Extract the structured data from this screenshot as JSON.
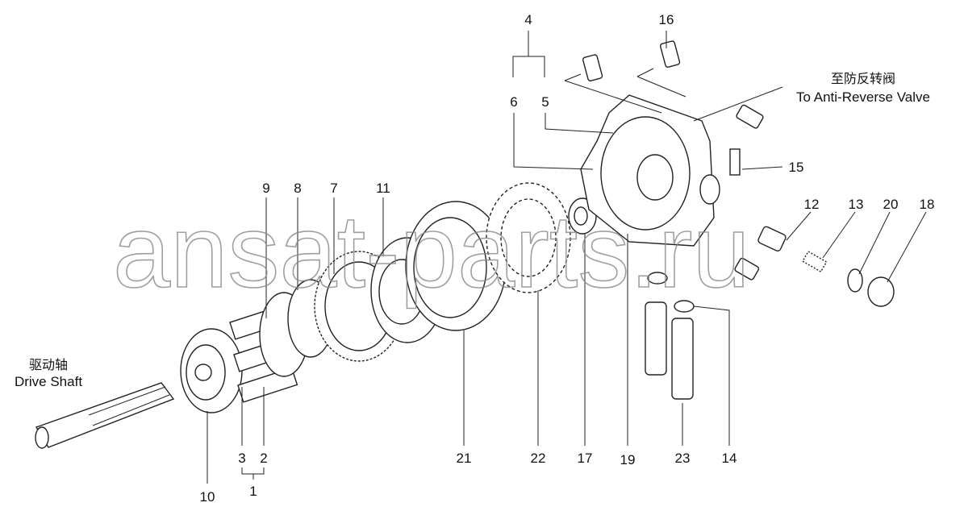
{
  "diagram": {
    "callouts": {
      "c1": "1",
      "c2": "2",
      "c3": "3",
      "c4": "4",
      "c5": "5",
      "c6": "6",
      "c7": "7",
      "c8": "8",
      "c9": "9",
      "c10": "10",
      "c11": "11",
      "c12": "12",
      "c13": "13",
      "c14": "14",
      "c15": "15",
      "c16": "16",
      "c17": "17",
      "c18": "18",
      "c19": "19",
      "c20": "20",
      "c21": "21",
      "c22": "22",
      "c23": "23"
    },
    "anti_reverse_cn": "至防反转阀",
    "anti_reverse_en": "To Anti-Reverse Valve",
    "drive_shaft_cn": "驱动轴",
    "drive_shaft_en": "Drive Shaft",
    "watermark": "ansat-parts.ru"
  }
}
